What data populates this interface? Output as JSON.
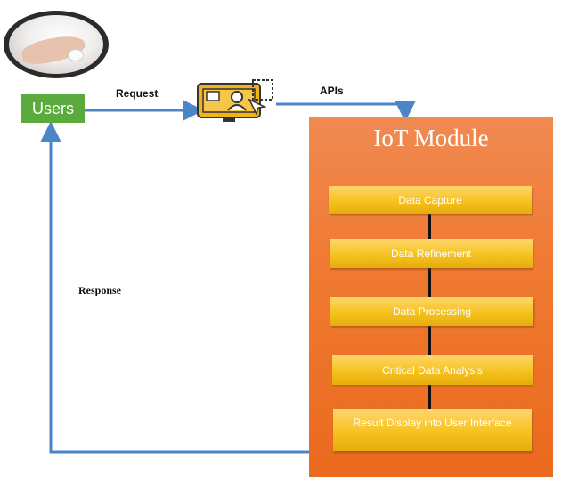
{
  "users": {
    "label": "Users"
  },
  "edges": {
    "request": "Request",
    "apis": "APIs",
    "response": "Response"
  },
  "iot_module": {
    "title": "IoT Module",
    "steps": [
      "Data Capture",
      "Data Refinement",
      "Data Processing",
      "Critical Data Analysis",
      "Result Display into User Interface"
    ]
  },
  "colors": {
    "users_box": "#5aaa3c",
    "arrow": "#4a86c8",
    "panel": "#f07a33",
    "step": "#f6c21f"
  },
  "icons": {
    "user_photo": "finger-pulse-oximeter-photo",
    "application": "monitor-user-icon"
  }
}
